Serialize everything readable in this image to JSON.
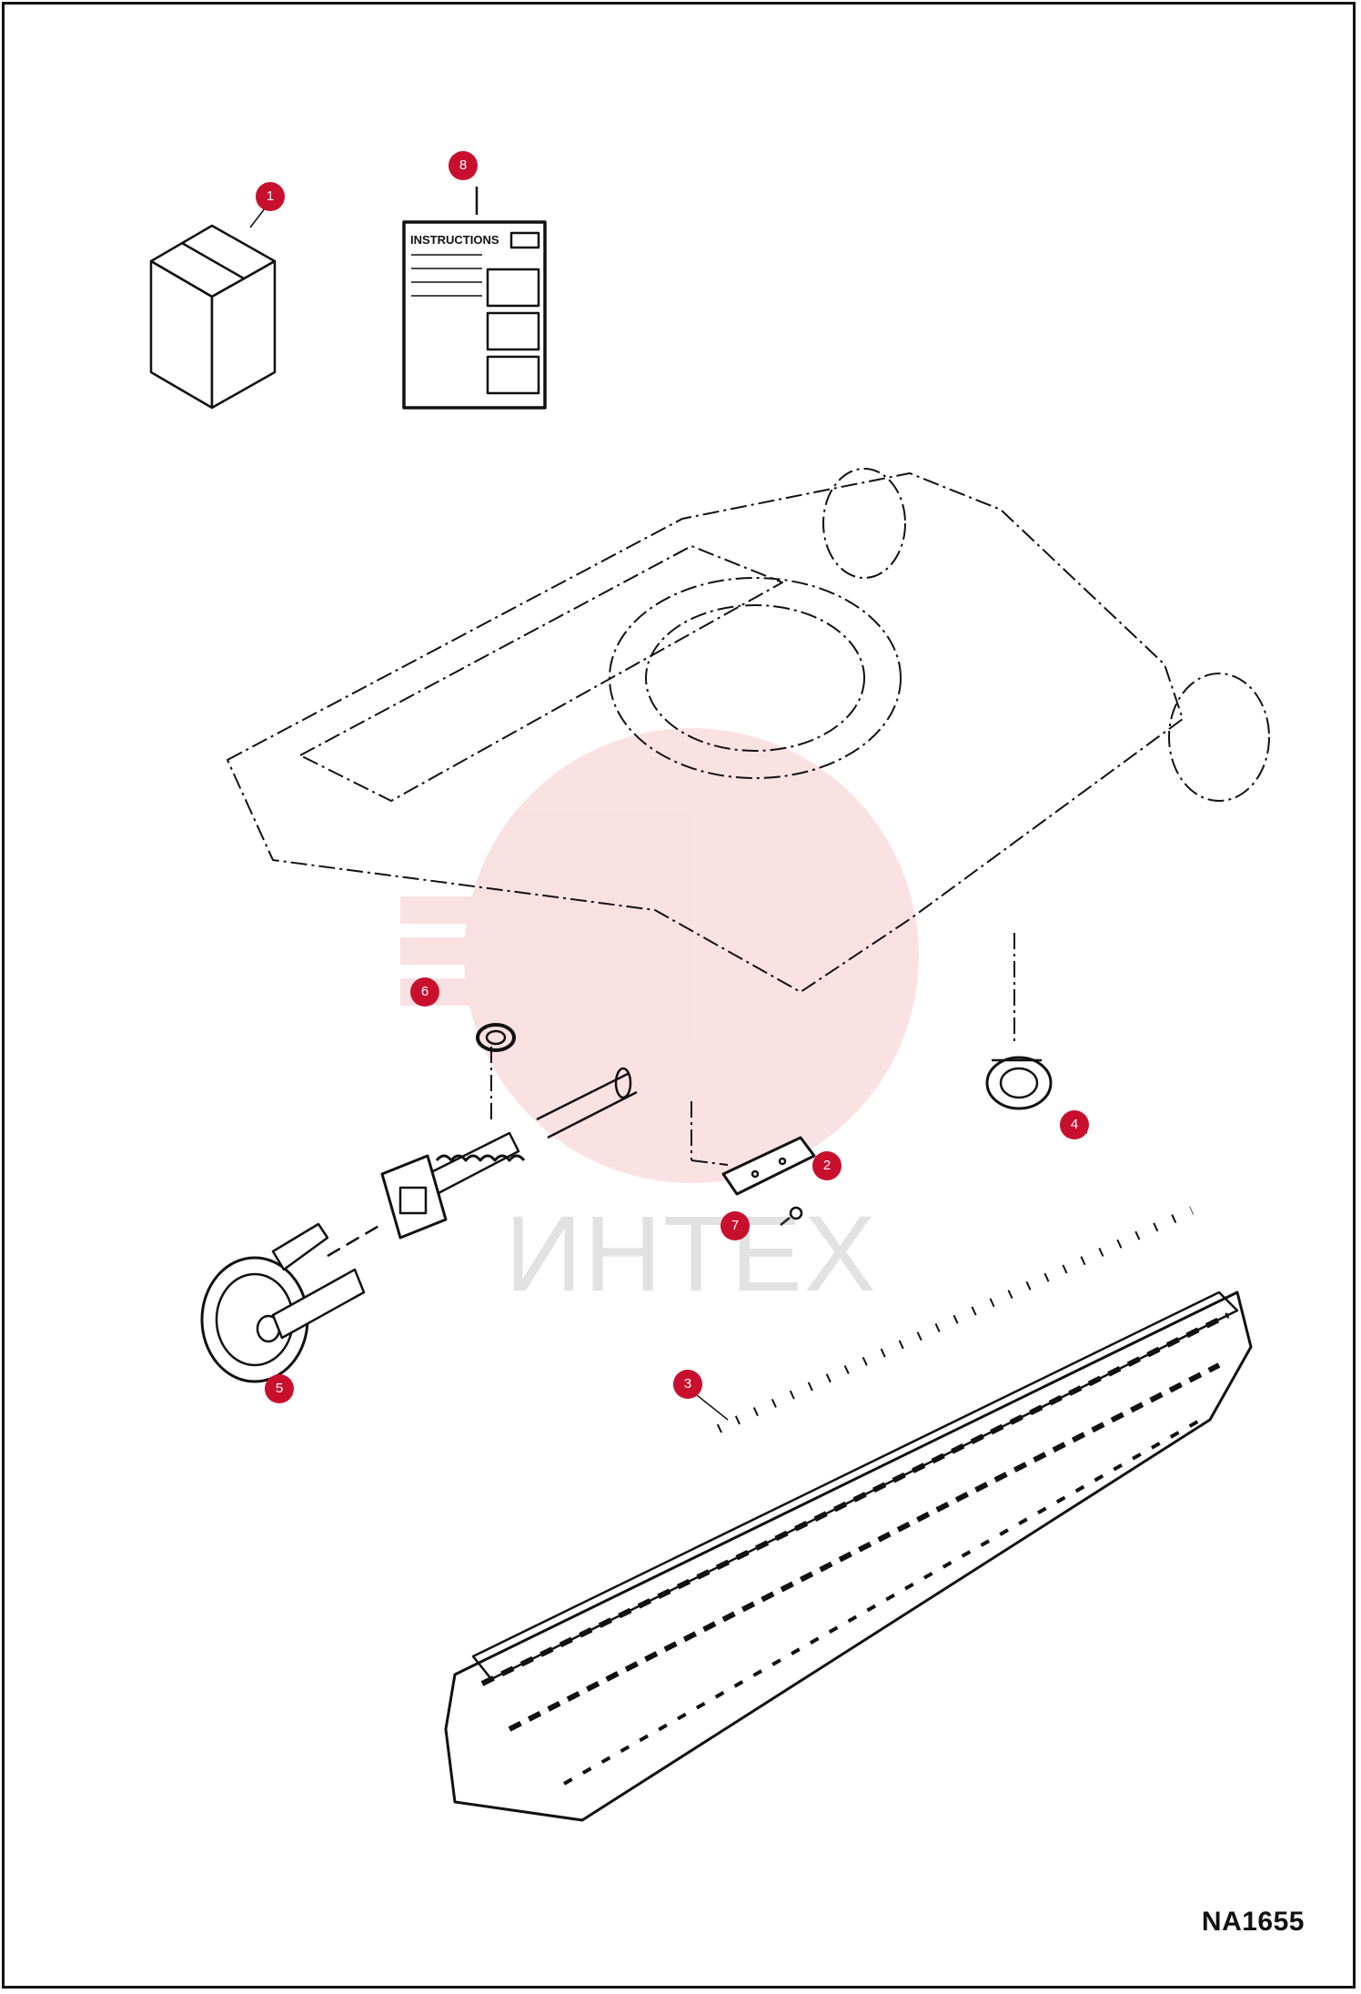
{
  "document_id": "NA1655",
  "watermark": "ИНТЕХ",
  "instructions_sheet": {
    "title": "INSTRUCTIONS"
  },
  "callouts": [
    {
      "number": "1",
      "part": "kit-box"
    },
    {
      "number": "2",
      "part": "cover-plate"
    },
    {
      "number": "3",
      "part": "rubber-track"
    },
    {
      "number": "4",
      "part": "roller"
    },
    {
      "number": "5",
      "part": "idler-wheel"
    },
    {
      "number": "6",
      "part": "seal-ring"
    },
    {
      "number": "7",
      "part": "bolt"
    },
    {
      "number": "8",
      "part": "instructions-sheet"
    }
  ],
  "colors": {
    "callout": "#c8102e",
    "line": "#111111",
    "watermark": "#e02020"
  }
}
